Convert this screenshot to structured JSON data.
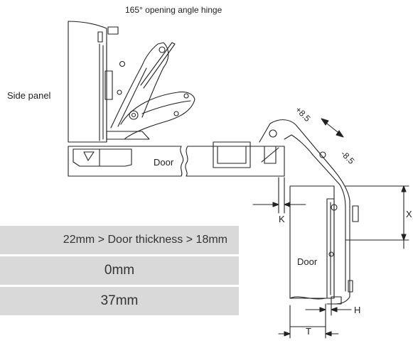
{
  "title": "165° opening angle hinge",
  "labels": {
    "side_panel": "Side panel",
    "door_top": "Door",
    "door_side": "Door",
    "plus_adjust": "+8.5",
    "minus_adjust": "-8.5",
    "dim_k": "K",
    "dim_h": "H",
    "dim_t": "T",
    "dim_x": "X"
  },
  "table": {
    "rows": [
      "22mm > Door thickness > 18mm",
      "0mm",
      "37mm"
    ]
  }
}
